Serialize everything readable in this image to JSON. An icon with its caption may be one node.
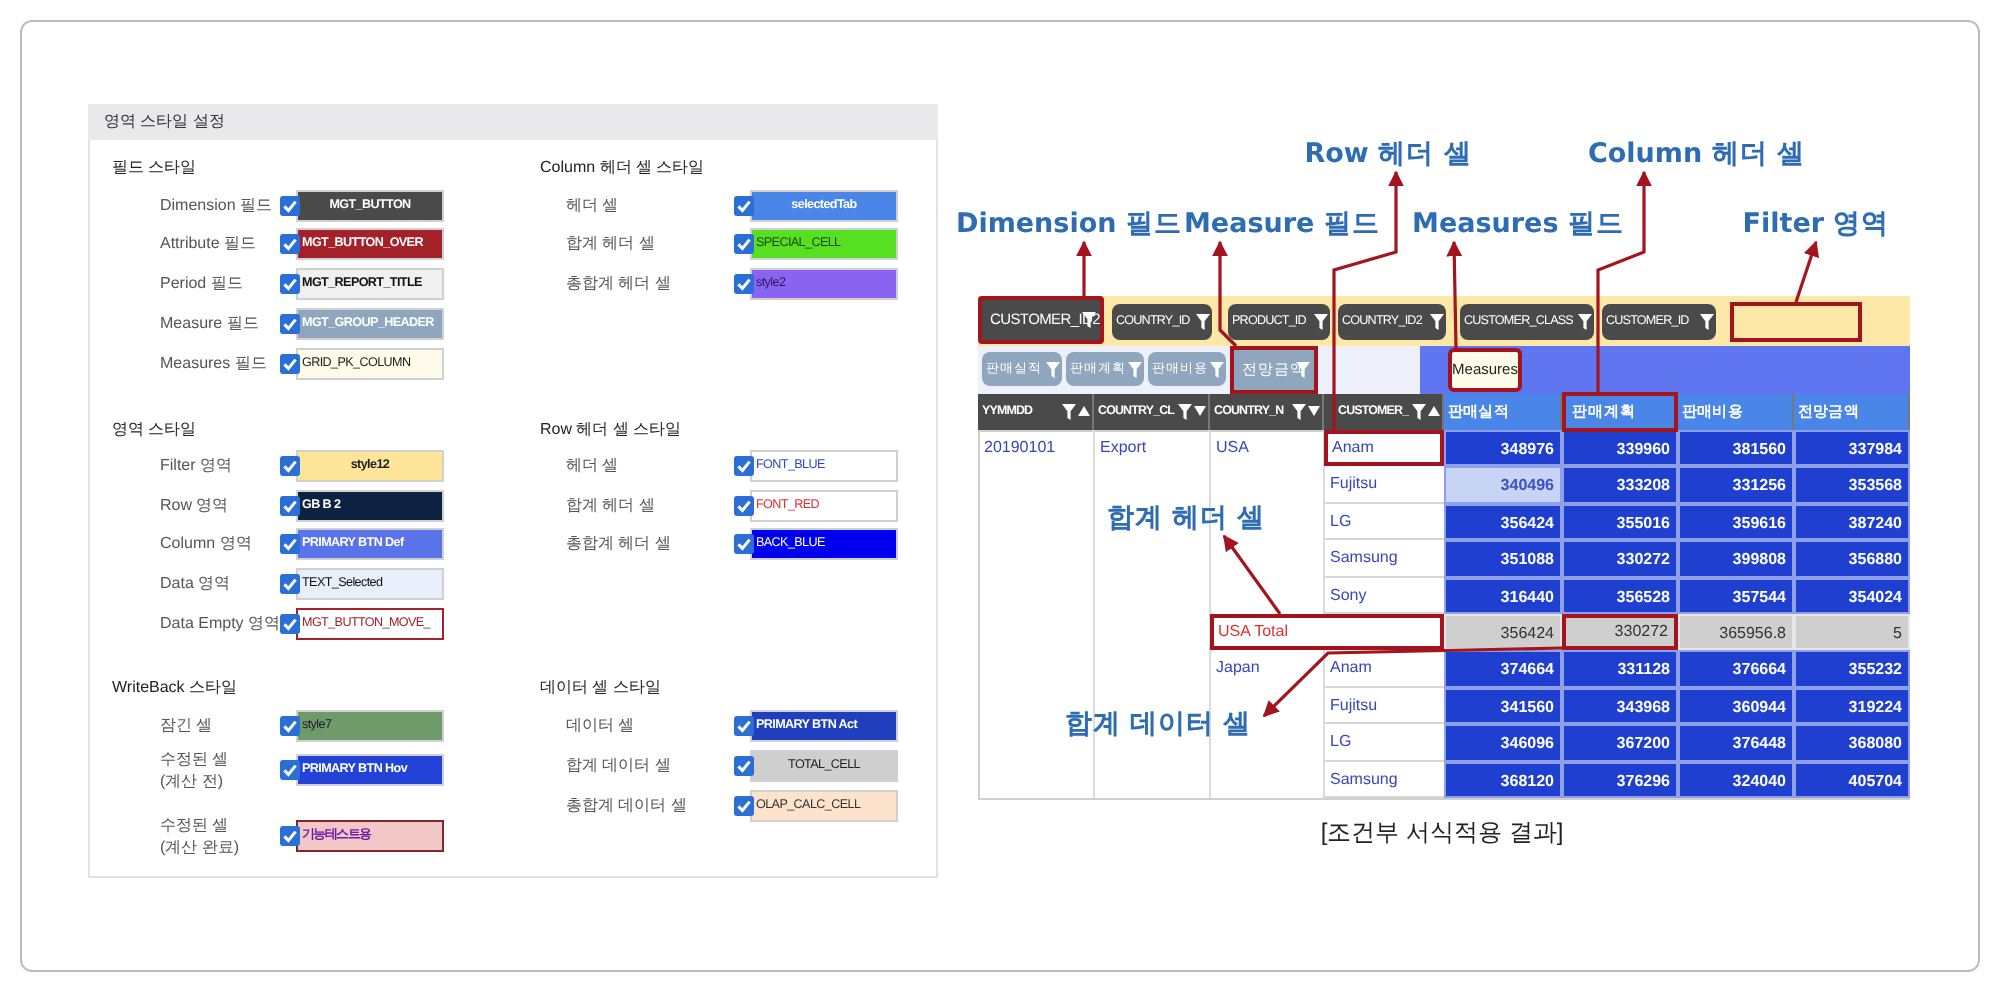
{
  "diagram": {
    "caption": "[조건부 서식적용 결과]",
    "nodes": [
      {
        "text": [
          "Dimension 필드"
        ]
      },
      {
        "text": [
          "Measure 필드"
        ]
      },
      {
        "text": [
          "Measures 필드"
        ]
      },
      {
        "text": [
          "Filter 영역"
        ]
      },
      {
        "text": [
          "Row 헤더 셀"
        ]
      },
      {
        "text": [
          "Column 헤더 셀"
        ]
      },
      {
        "text": [
          "합계 헤더 셀"
        ]
      },
      {
        "text": [
          "합계 데이터 셀"
        ]
      },
      {
        "text": [
          "CUSTOMER_ID2"
        ]
      },
      {
        "text": [
          "전망금액"
        ]
      },
      {
        "text": [
          "Measures"
        ]
      },
      {
        "text": [],
        "shape": "box"
      },
      {
        "text": [
          "판매계획"
        ]
      },
      {
        "text": [
          "Anam"
        ]
      },
      {
        "text": [
          "USA Total"
        ]
      },
      {
        "text": [
          "330272"
        ]
      }
    ],
    "edges": [
      {
        "from": 8,
        "to": 0,
        "arrow": "to"
      },
      {
        "from": 9,
        "to": 1,
        "arrow": "to"
      },
      {
        "from": 10,
        "to": 2,
        "arrow": "to"
      },
      {
        "from": 11,
        "to": 3,
        "arrow": "to"
      },
      {
        "from": 13,
        "to": 4,
        "arrow": "to"
      },
      {
        "from": 12,
        "to": 5,
        "arrow": "to"
      },
      {
        "from": 14,
        "to": 6,
        "arrow": "to"
      },
      {
        "from": 15,
        "to": 7,
        "arrow": "to"
      }
    ],
    "labels": [
      "영역 스타일 설정",
      "필드 스타일",
      "Dimension 필드",
      "MGT_BUTTON",
      "Attribute 필드",
      "MGT_BUTTON_OVER",
      "Period 필드",
      "MGT_REPORT_TITLE",
      "Measure 필드",
      "MGT_GROUP_HEADER",
      "Measures 필드",
      "GRID_PK_COLUMN",
      "영역 스타일",
      "Filter 영역",
      "style12",
      "Row 영역",
      "GB B 2",
      "Column 영역",
      "PRIMARY BTN Def",
      "Data 영역",
      "TEXT_Selected",
      "Data Empty 영역",
      "MGT_BUTTON_MOVE_",
      "WriteBack 스타일",
      "잠긴 셀",
      "style7",
      "수정된 셀 (계산 전)",
      "PRIMARY BTN Hov",
      "수정된 셀 (계산 완료)",
      "기능테스트용",
      "Column 헤더 셀 스타일",
      "헤더 셀",
      "selectedTab",
      "합계 헤더 셀",
      "SPECIAL_CELL",
      "총합계 헤더 셀",
      "style2",
      "Row 헤더 셀 스타일",
      "헤더 셀",
      "FONT_BLUE",
      "합계 헤더 셀",
      "FONT_RED",
      "총합계 헤더 셀",
      "BACK_BLUE",
      "데이터 셀 스타일",
      "데이터 셀",
      "PRIMARY BTN Act",
      "합계 데이터 셀",
      "TOTAL_CELL",
      "총합계 데이터 셀",
      "OLAP_CALC_CELL",
      "COUNTRY_ID",
      "PRODUCT_ID",
      "COUNTRY_ID2",
      "CUSTOMER_CLASS",
      "CUSTOMER_ID",
      "판매실적",
      "판매계획",
      "판매비용",
      "YYMMDD",
      "COUNTRY_CL",
      "COUNTRY_N",
      "CUSTOMER_",
      "판매실적",
      "판매비용",
      "전망금액",
      "20190101",
      "Export",
      "USA",
      "348976",
      "339960",
      "381560",
      "337984",
      "Fujitsu",
      "340496",
      "333208",
      "331256",
      "353568",
      "LG",
      "356424",
      "355016",
      "359616",
      "387240",
      "Samsung",
      "351088",
      "330272",
      "399808",
      "356880",
      "Sony",
      "316440",
      "356528",
      "357544",
      "354024",
      "356424",
      "365956.8",
      "5",
      "Japan",
      "Anam",
      "374664",
      "331128",
      "376664",
      "355232",
      "Fujitsu",
      "341560",
      "343968",
      "360944",
      "319224",
      "LG",
      "346096",
      "367200",
      "376448",
      "368080",
      "Samsung",
      "368120",
      "376296",
      "324040",
      "405704"
    ]
  }
}
